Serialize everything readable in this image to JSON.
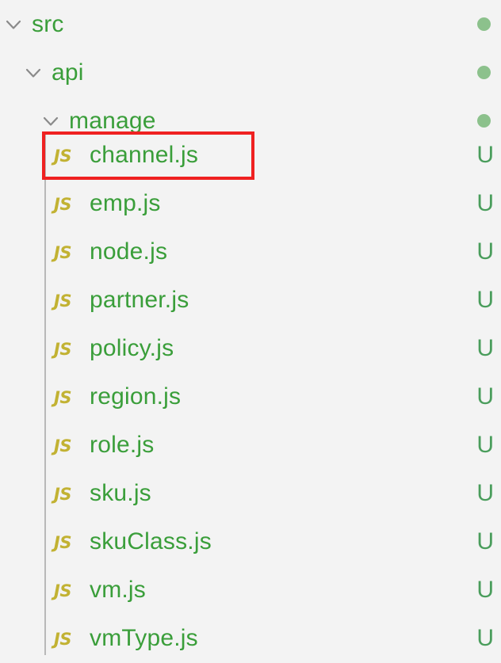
{
  "theme": {
    "background": "#f3f3f3",
    "folder_text": "#3a9e3a",
    "file_text": "#3a9e3a",
    "js_icon": "#c2b233",
    "status_dot": "#8cc18c",
    "status_letter": "#4a9d5c",
    "indent_guide": "#b8b8b8",
    "annotation": "#ef2121",
    "chevron": "#8a8a8a"
  },
  "tree": {
    "folders": [
      {
        "name": "src",
        "indent": 0,
        "expanded": true,
        "status": "dot",
        "status_label": ""
      },
      {
        "name": "api",
        "indent": 1,
        "expanded": true,
        "status": "dot",
        "status_label": ""
      },
      {
        "name": "manage",
        "indent": 2,
        "expanded": true,
        "status": "dot",
        "status_label": ""
      }
    ],
    "files": [
      {
        "name": "channel.js",
        "icon": "JS",
        "status_label": "U",
        "highlighted": true
      },
      {
        "name": "emp.js",
        "icon": "JS",
        "status_label": "U",
        "highlighted": false
      },
      {
        "name": "node.js",
        "icon": "JS",
        "status_label": "U",
        "highlighted": false
      },
      {
        "name": "partner.js",
        "icon": "JS",
        "status_label": "U",
        "highlighted": false
      },
      {
        "name": "policy.js",
        "icon": "JS",
        "status_label": "U",
        "highlighted": false
      },
      {
        "name": "region.js",
        "icon": "JS",
        "status_label": "U",
        "highlighted": false
      },
      {
        "name": "role.js",
        "icon": "JS",
        "status_label": "U",
        "highlighted": false
      },
      {
        "name": "sku.js",
        "icon": "JS",
        "status_label": "U",
        "highlighted": false
      },
      {
        "name": "skuClass.js",
        "icon": "JS",
        "status_label": "U",
        "highlighted": false
      },
      {
        "name": "vm.js",
        "icon": "JS",
        "status_label": "U",
        "highlighted": false
      },
      {
        "name": "vmType.js",
        "icon": "JS",
        "status_label": "U",
        "highlighted": false
      }
    ]
  },
  "annotation": {
    "target": "channel.js",
    "shape": "rectangle",
    "color": "#ef2121"
  }
}
